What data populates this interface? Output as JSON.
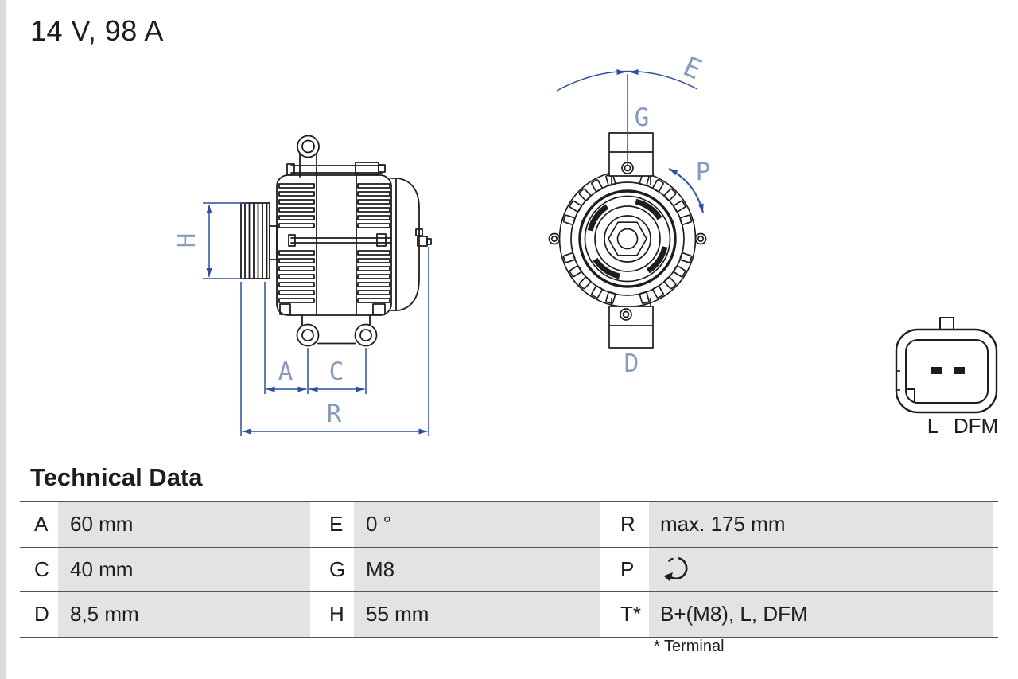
{
  "header": {
    "rating": "14 V, 98 A"
  },
  "diagram": {
    "side_view": {
      "dim_h": "H",
      "dim_a": "A",
      "dim_c": "C",
      "dim_r": "R"
    },
    "front_view": {
      "dim_e": "E",
      "dim_g": "G",
      "dim_p": "P",
      "dim_d": "D"
    },
    "connector": {
      "pin_l": "L",
      "pin_dfm": "DFM"
    },
    "colors": {
      "dimension_line": "#2d4f9e",
      "dimension_label": "#8a9bc0",
      "line": "#1d1d1b"
    }
  },
  "technical_data": {
    "title": "Technical Data",
    "footnote": "* Terminal",
    "rows": [
      {
        "c1": {
          "key": "A",
          "value": "60 mm"
        },
        "c2": {
          "key": "E",
          "value": "0 °"
        },
        "c3": {
          "key": "R",
          "value": "max. 175 mm"
        }
      },
      {
        "c1": {
          "key": "C",
          "value": "40 mm"
        },
        "c2": {
          "key": "G",
          "value": "M8"
        },
        "c3": {
          "key": "P",
          "value": "",
          "icon": "rotation-direction"
        }
      },
      {
        "c1": {
          "key": "D",
          "value": "8,5 mm"
        },
        "c2": {
          "key": "H",
          "value": "55 mm"
        },
        "c3": {
          "key": "T*",
          "value": "B+(M8), L, DFM"
        }
      }
    ],
    "colors": {
      "value_cell_bg": "#e3e3e3",
      "row_line": "#555555"
    }
  }
}
